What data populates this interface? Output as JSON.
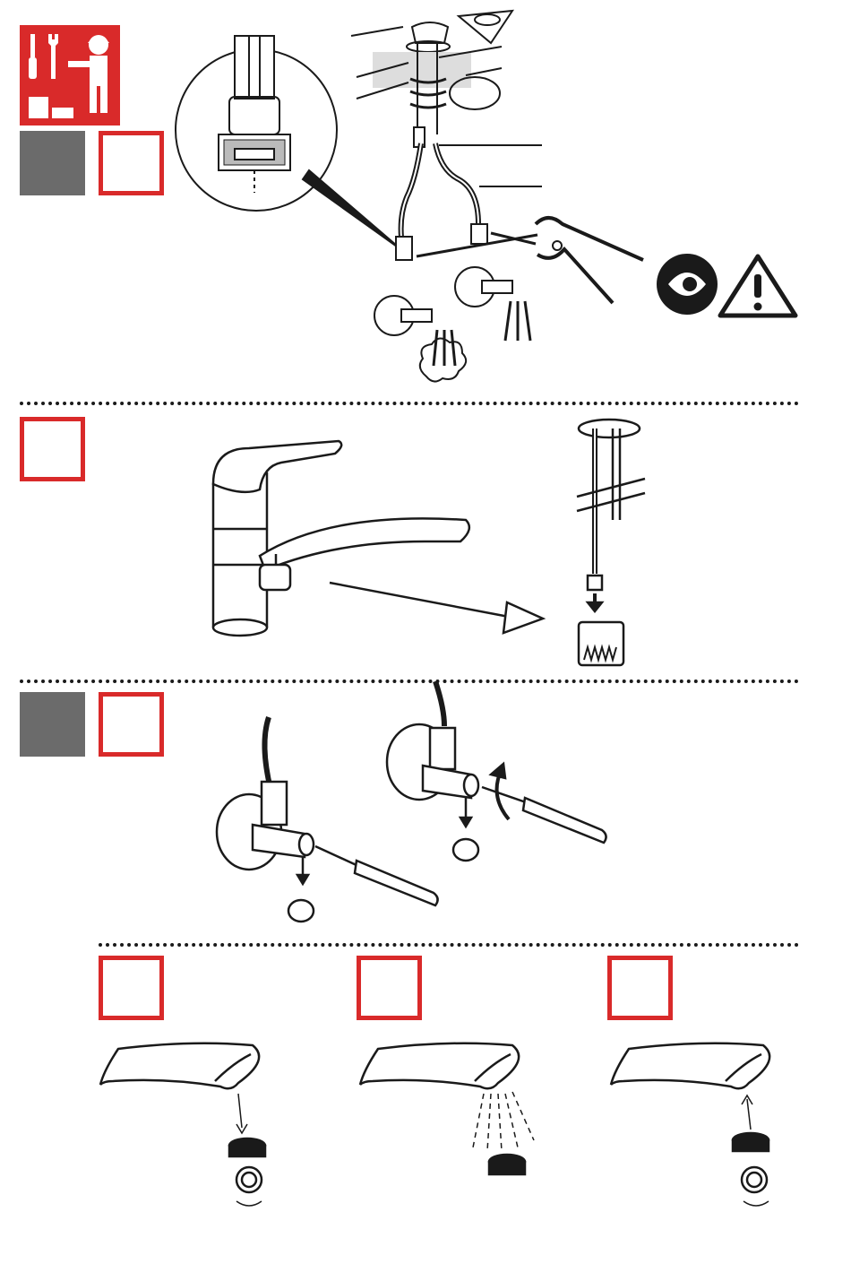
{
  "colors": {
    "accent_red": "#d92a2a",
    "step_grey": "#6b6b6b",
    "line": "#1a1a1a",
    "background": "#ffffff"
  },
  "icons": {
    "header": "installer-tools-icon",
    "warning": "warning-triangle-icon",
    "inspection": "eye-inspection-icon",
    "pliers": "pliers-icon",
    "screwdriver": "screwdriver-icon",
    "cleaning": "dishwasher-cleaning-icon",
    "aerator": "aerator-icon"
  },
  "sections": [
    {
      "step_boxes": [
        "grey",
        "red"
      ]
    },
    {
      "step_boxes": [
        "red"
      ]
    },
    {
      "step_boxes": [
        "grey",
        "red"
      ]
    },
    {
      "step_boxes": [
        "red",
        "red",
        "red"
      ]
    }
  ]
}
